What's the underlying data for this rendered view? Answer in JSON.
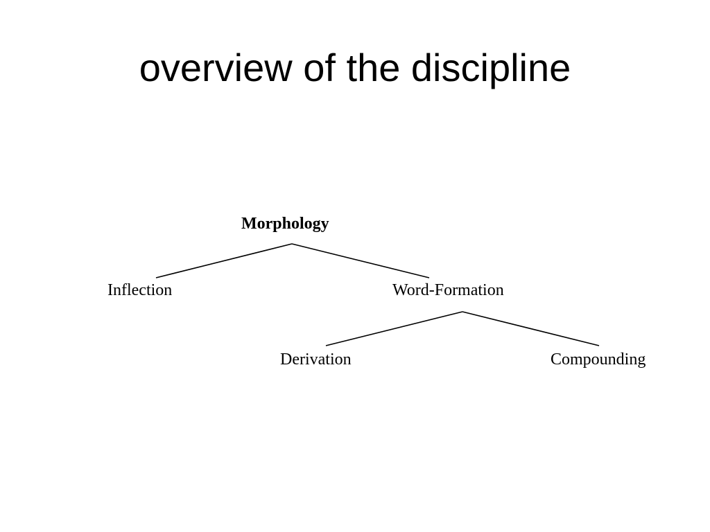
{
  "slide": {
    "title": "overview of the discipline"
  },
  "tree": {
    "root": "Morphology",
    "level1": {
      "left": "Inflection",
      "right": "Word-Formation"
    },
    "level2": {
      "left": "Derivation",
      "right": "Compounding"
    }
  }
}
